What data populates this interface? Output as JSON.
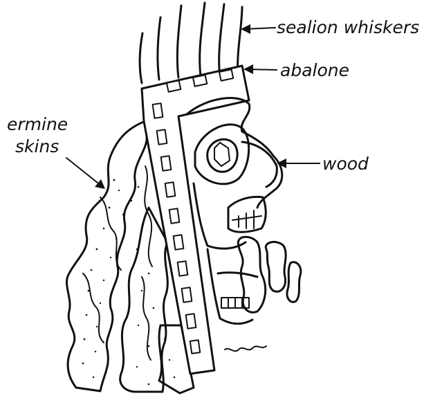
{
  "labels": {
    "sealion_whiskers": "sealion whiskers",
    "abalone": "abalone",
    "wood": "wood",
    "ermine_line1": "ermine",
    "ermine_line2": "skins"
  },
  "colors": {
    "ink": "#111111",
    "background": "#ffffff"
  }
}
